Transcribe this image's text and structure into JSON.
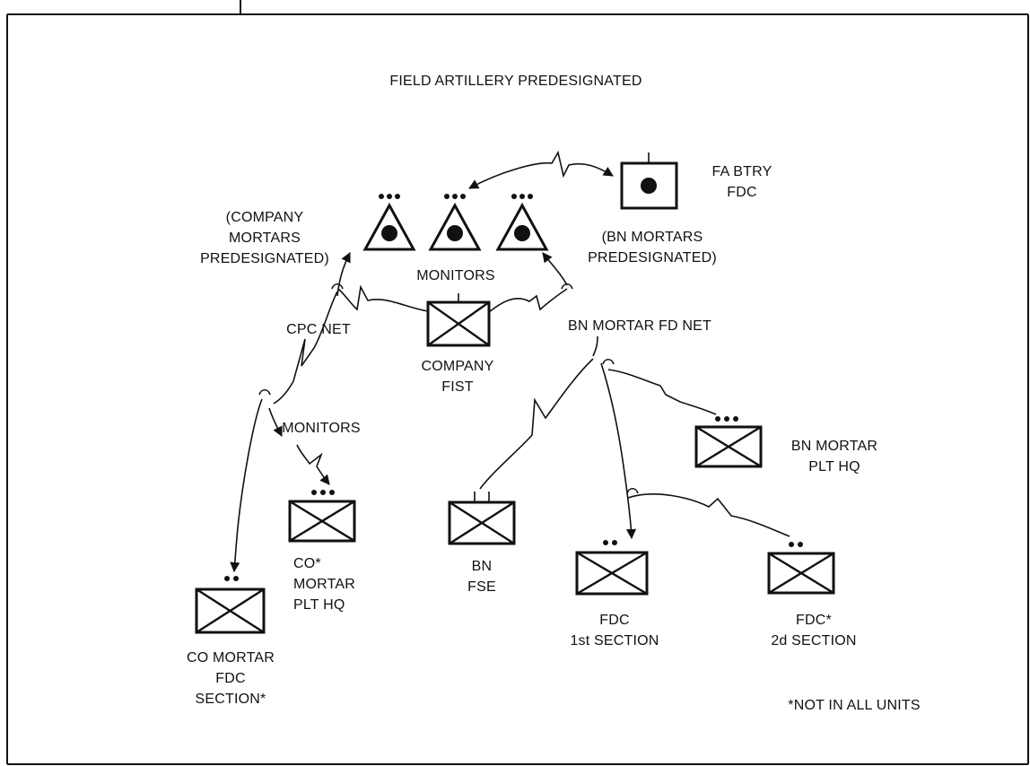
{
  "title": "FIELD ARTILLERY PREDESIGNATED",
  "nodes": {
    "fa_btry": {
      "line1": "FA BTRY",
      "line2": "FDC"
    },
    "company_mortars": {
      "line1": "(COMPANY",
      "line2": "MORTARS",
      "line3": "PREDESIGNATED)"
    },
    "bn_mortars": {
      "line1": "(BN MORTARS",
      "line2": "PREDESIGNATED)"
    },
    "monitors_top": "MONITORS",
    "company_fist": {
      "line1": "COMPANY",
      "line2": "FIST"
    },
    "bn_mortar_plt_hq": {
      "line1": "BN MORTAR",
      "line2": "PLT HQ"
    },
    "bn_fse": {
      "line1": "BN",
      "line2": "FSE"
    },
    "co_mortar_plt_hq": {
      "line1": "CO*",
      "line2": "MORTAR",
      "line3": "PLT HQ"
    },
    "co_mortar_fdc": {
      "line1": "CO MORTAR",
      "line2": "FDC",
      "line3": "SECTION*"
    },
    "fdc_1st": {
      "line1": "FDC",
      "line2": "1st SECTION"
    },
    "fdc_2d": {
      "line1": "FDC*",
      "line2": "2d SECTION"
    }
  },
  "nets": {
    "cpc": "CPC NET",
    "bn_mortar_fd": "BN MORTAR FD NET",
    "monitors_lower": "MONITORS"
  },
  "footnote": "*NOT IN ALL UNITS",
  "colors": {
    "ink": "#111111",
    "background": "#ffffff"
  }
}
